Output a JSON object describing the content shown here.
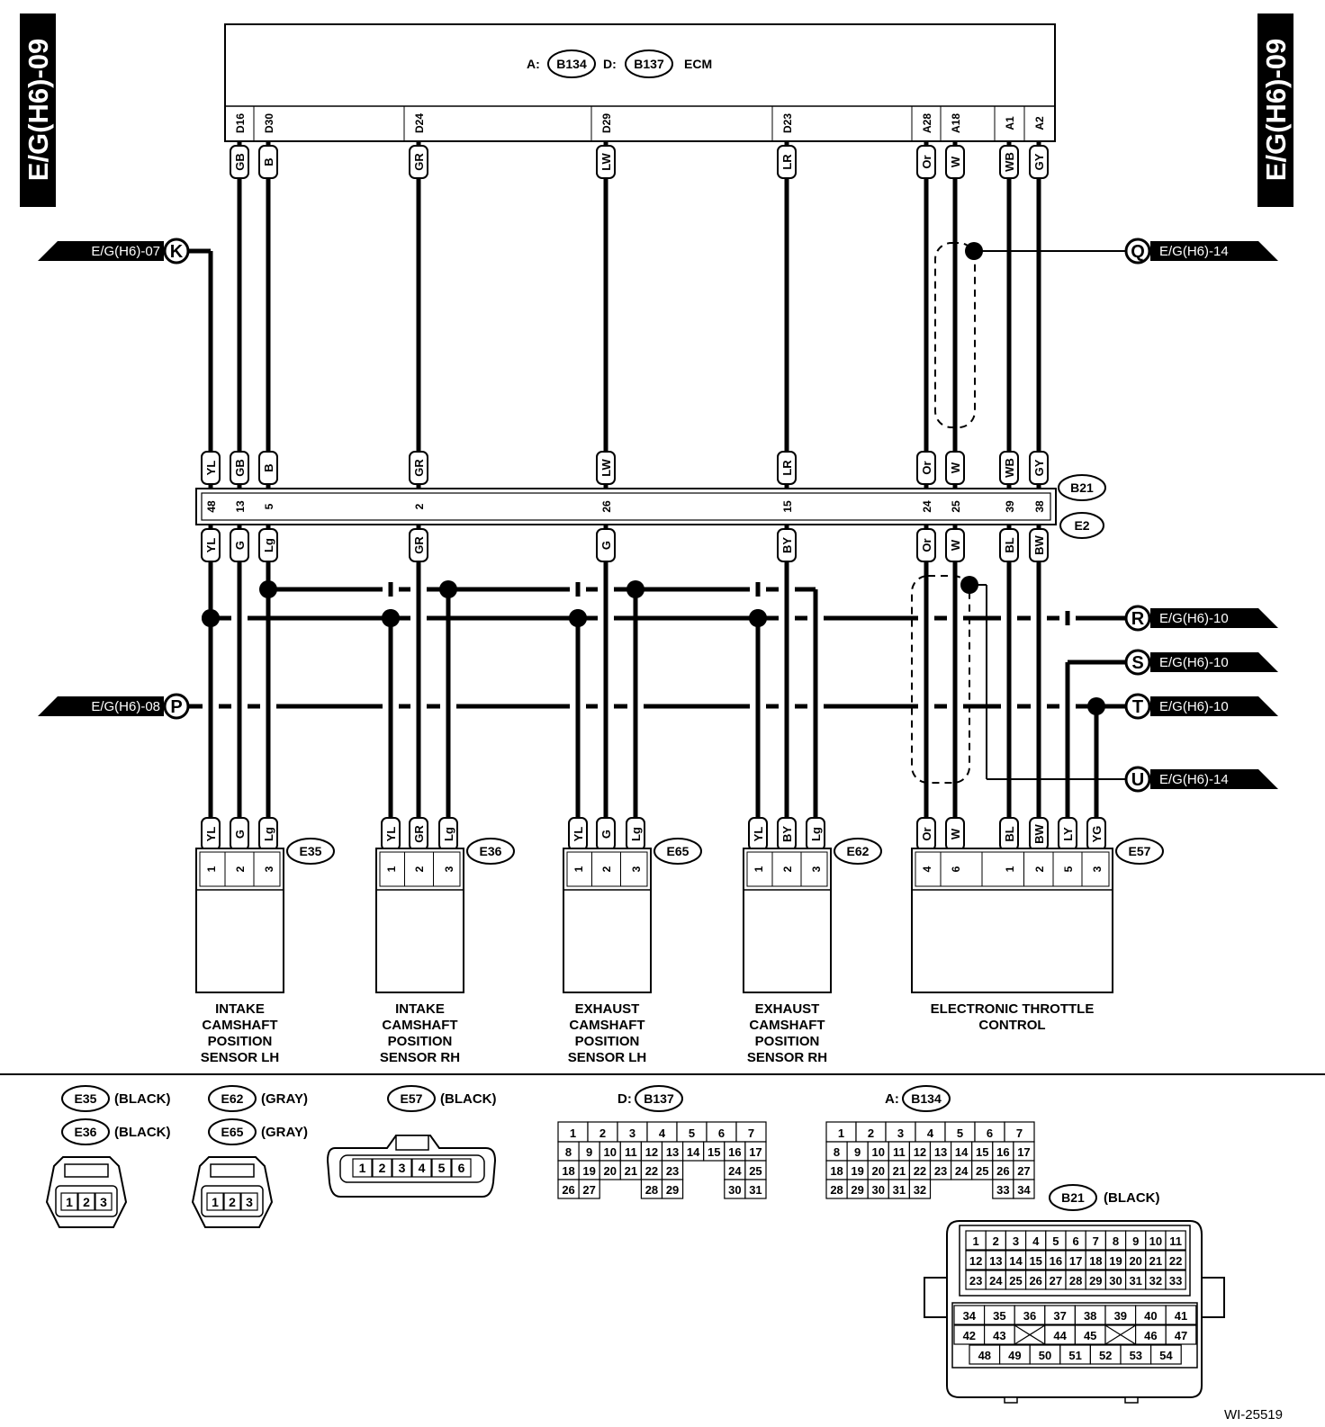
{
  "page_tag": "E/G(H6)-09",
  "figure_id": "WI-25519",
  "ecm": {
    "a_label": "A:",
    "a_conn": "B134",
    "d_label": "D:",
    "d_conn": "B137",
    "name": "ECM"
  },
  "wires": [
    {
      "ecm_pin": "",
      "ecm_color": "",
      "mid_color_top": "YL",
      "b21_pin": "48",
      "mid_color_bot": "YL"
    },
    {
      "ecm_pin": "D16",
      "ecm_color": "GB",
      "mid_color_top": "GB",
      "b21_pin": "13",
      "mid_color_bot": "G"
    },
    {
      "ecm_pin": "D30",
      "ecm_color": "B",
      "mid_color_top": "B",
      "b21_pin": "5",
      "mid_color_bot": "Lg"
    },
    {
      "ecm_pin": "D24",
      "ecm_color": "GR",
      "mid_color_top": "GR",
      "b21_pin": "2",
      "mid_color_bot": "GR"
    },
    {
      "ecm_pin": "D29",
      "ecm_color": "LW",
      "mid_color_top": "LW",
      "b21_pin": "26",
      "mid_color_bot": "G"
    },
    {
      "ecm_pin": "D23",
      "ecm_color": "LR",
      "mid_color_top": "LR",
      "b21_pin": "15",
      "mid_color_bot": "BY"
    },
    {
      "ecm_pin": "A28",
      "ecm_color": "Or",
      "mid_color_top": "Or",
      "b21_pin": "24",
      "mid_color_bot": "Or"
    },
    {
      "ecm_pin": "A18",
      "ecm_color": "W",
      "mid_color_top": "W",
      "b21_pin": "25",
      "mid_color_bot": "W"
    },
    {
      "ecm_pin": "A1",
      "ecm_color": "WB",
      "mid_color_top": "WB",
      "b21_pin": "39",
      "mid_color_bot": "BL"
    },
    {
      "ecm_pin": "A2",
      "ecm_color": "GY",
      "mid_color_top": "GY",
      "b21_pin": "38",
      "mid_color_bot": "BW"
    }
  ],
  "middle_connectors": {
    "top": "B21",
    "bottom": "E2"
  },
  "offpage_left": [
    {
      "text": "E/G(H6)-07",
      "letter": "K"
    },
    {
      "text": "E/G(H6)-08",
      "letter": "P"
    }
  ],
  "offpage_right": [
    {
      "letter": "Q",
      "text": "E/G(H6)-14"
    },
    {
      "letter": "R",
      "text": "E/G(H6)-10"
    },
    {
      "letter": "S",
      "text": "E/G(H6)-10"
    },
    {
      "letter": "T",
      "text": "E/G(H6)-10"
    },
    {
      "letter": "U",
      "text": "E/G(H6)-14"
    }
  ],
  "components": [
    {
      "conn": "E35",
      "colors": [
        "YL",
        "G",
        "Lg"
      ],
      "pins": [
        "1",
        "2",
        "3"
      ],
      "name": [
        "INTAKE",
        "CAMSHAFT",
        "POSITION",
        "SENSOR LH"
      ]
    },
    {
      "conn": "E36",
      "colors": [
        "YL",
        "GR",
        "Lg"
      ],
      "pins": [
        "1",
        "2",
        "3"
      ],
      "name": [
        "INTAKE",
        "CAMSHAFT",
        "POSITION",
        "SENSOR RH"
      ]
    },
    {
      "conn": "E65",
      "colors": [
        "YL",
        "G",
        "Lg"
      ],
      "pins": [
        "1",
        "2",
        "3"
      ],
      "name": [
        "EXHAUST",
        "CAMSHAFT",
        "POSITION",
        "SENSOR LH"
      ]
    },
    {
      "conn": "E62",
      "colors": [
        "YL",
        "BY",
        "Lg"
      ],
      "pins": [
        "1",
        "2",
        "3"
      ],
      "name": [
        "EXHAUST",
        "CAMSHAFT",
        "POSITION",
        "SENSOR RH"
      ]
    },
    {
      "conn": "E57",
      "colors": [
        "Or",
        "W",
        "BL",
        "BW",
        "LY",
        "YG"
      ],
      "pins": [
        "4",
        "6",
        "1",
        "2",
        "5",
        "3"
      ],
      "name": [
        "ELECTRONIC THROTTLE",
        "CONTROL"
      ]
    }
  ],
  "legend": {
    "e35": {
      "conn": "E35",
      "color": "(BLACK)"
    },
    "e36": {
      "conn": "E36",
      "color": "(BLACK)"
    },
    "e62": {
      "conn": "E62",
      "color": "(GRAY)"
    },
    "e65": {
      "conn": "E65",
      "color": "(GRAY)"
    },
    "e57": {
      "conn": "E57",
      "color": "(BLACK)"
    },
    "three_pin": [
      "1",
      "2",
      "3"
    ],
    "six_pin": [
      "1",
      "2",
      "3",
      "4",
      "5",
      "6"
    ],
    "b137": {
      "prefix": "D:",
      "conn": "B137"
    },
    "b134": {
      "prefix": "A:",
      "conn": "B134"
    },
    "b21": {
      "conn": "B21",
      "color": "(BLACK)"
    }
  }
}
